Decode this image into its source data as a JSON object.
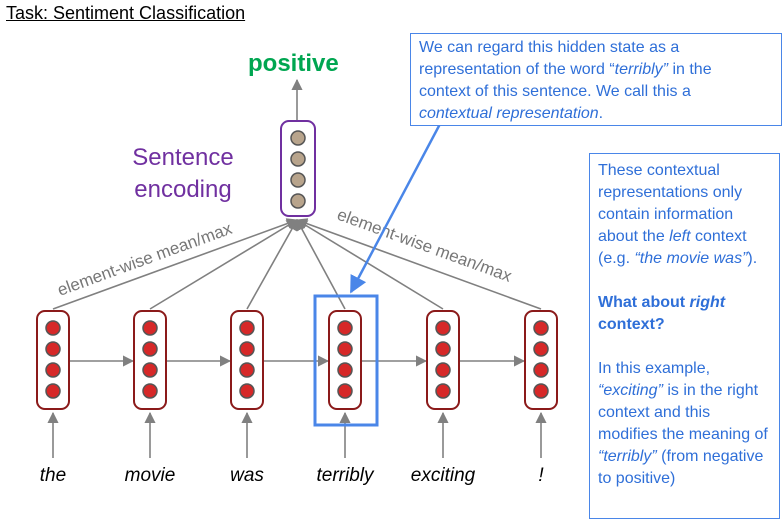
{
  "title": "Task: Sentiment Classification",
  "output_label": "positive",
  "sentence_encoding": [
    "Sentence",
    "encoding"
  ],
  "pooling_label": "element-wise mean/max",
  "words": [
    "the",
    "movie",
    "was",
    "terribly",
    "exciting",
    "!"
  ],
  "highlighted_word": "terribly",
  "colors": {
    "output": "#00a651",
    "sentence_encoding": "#7030a0",
    "highlight": "#4a86e8",
    "rnn_cell_border": "#8b1a1a",
    "rnn_dot": "#d62828",
    "encoding_dot": "#b8a48c"
  },
  "callout_top": {
    "line1": "We can regard this hidden state as a",
    "line2_pre": "representation of the word “",
    "line2_it": "terribly”",
    "line2_post": " in the",
    "line3": "context of this sentence. We call this a",
    "line4_it": "contextual representation",
    "line4_post": "."
  },
  "callout_right": {
    "p1_a": "These contextual representations only contain information about the ",
    "p1_it": "left",
    "p1_b": " context (e.g. ",
    "p1_quote": "“the movie was”",
    "p1_c": ").",
    "p2_a": "What about ",
    "p2_it": "right",
    "p2_b": " context?",
    "p3_a": "In this example, ",
    "p3_it1": "“exciting”",
    "p3_b": " is in the right context and this modifies the meaning of ",
    "p3_it2": "“terribly”",
    "p3_c": " (from negative to positive)"
  }
}
